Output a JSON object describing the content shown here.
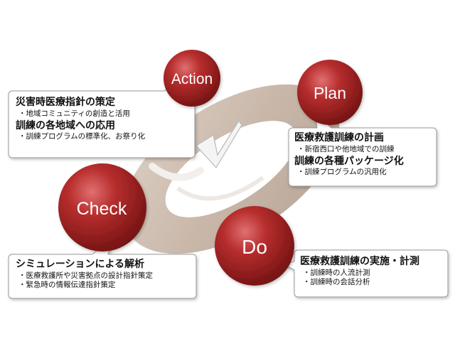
{
  "diagram": {
    "action": {
      "label": "Action",
      "lines": [
        {
          "kind": "heading",
          "text": "災害時医療指針の策定"
        },
        {
          "kind": "bullet",
          "text": "地域コミュニティの創造と活用"
        },
        {
          "kind": "heading",
          "text": "訓練の各地域への応用"
        },
        {
          "kind": "bullet",
          "text": "訓練プログラムの標準化、お祭り化"
        }
      ]
    },
    "plan": {
      "label": "Plan",
      "lines": [
        {
          "kind": "heading",
          "text": "医療救護訓練の計画"
        },
        {
          "kind": "bullet",
          "text": "新宿西口や他地域での訓練"
        },
        {
          "kind": "heading",
          "text": "訓練の各種パッケージ化"
        },
        {
          "kind": "bullet",
          "text": "訓練プログラムの汎用化"
        }
      ]
    },
    "check": {
      "label": "Check",
      "lines": [
        {
          "kind": "heading",
          "text": "シミュレーションによる解析"
        },
        {
          "kind": "bullet",
          "text": "医療救護所や災害拠点の設計指針策定"
        },
        {
          "kind": "bullet",
          "text": "緊急時の情報伝達指針策定"
        }
      ]
    },
    "do": {
      "label": "Do",
      "lines": [
        {
          "kind": "heading",
          "text": "医療救護訓練の実施・計測"
        },
        {
          "kind": "bullet",
          "text": "訓練時の人流計測"
        },
        {
          "kind": "bullet",
          "text": "訓練時の会話分析"
        }
      ]
    },
    "colors": {
      "circle": "#b02a2a",
      "circle_dark": "#7e1414",
      "ring": "#cfc0b3",
      "ring_dark": "#a8988b",
      "box_border": "#9a9a9a"
    }
  }
}
